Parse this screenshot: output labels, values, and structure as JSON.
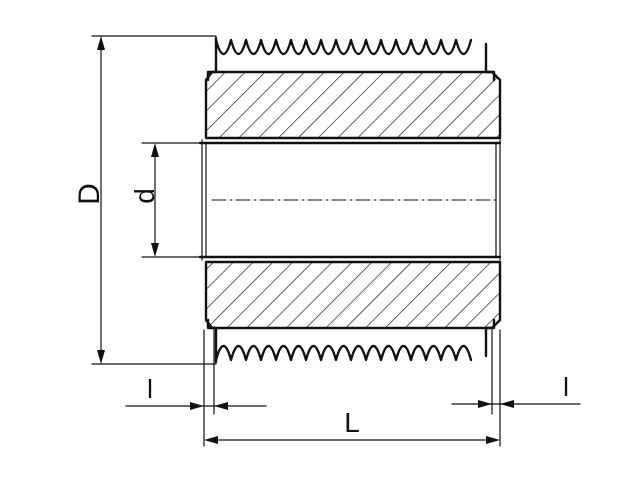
{
  "drawing": {
    "labels": {
      "outer_diameter": "D",
      "bore_diameter": "d",
      "length": "L",
      "chamfer_left": "l",
      "chamfer_right": "l"
    }
  }
}
